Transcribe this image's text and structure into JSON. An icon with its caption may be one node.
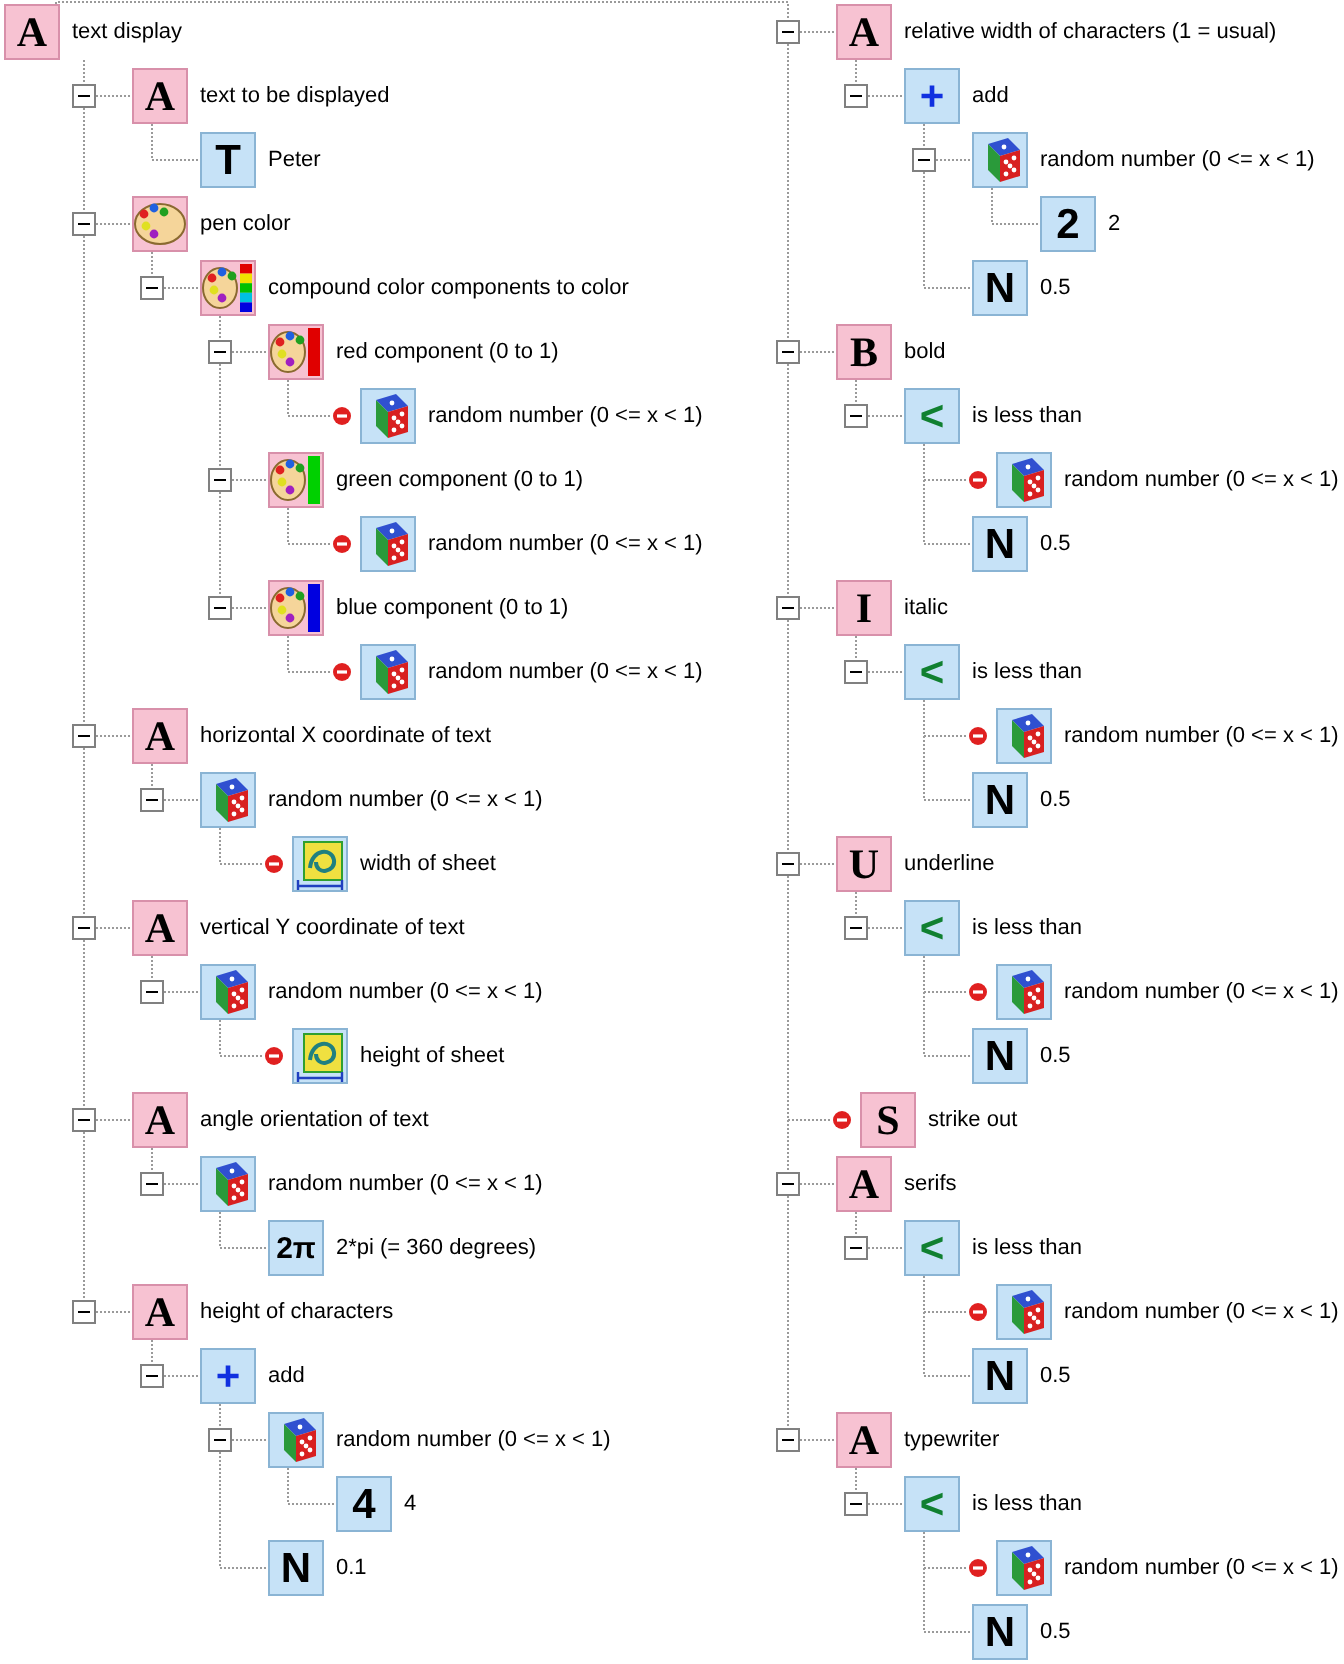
{
  "diagram": {
    "nodes": [
      {
        "text": [
          "A",
          "text display"
        ]
      },
      {
        "text": [
          "A",
          "text to be displayed"
        ]
      },
      {
        "text": [
          "T",
          "Peter"
        ]
      },
      {
        "text": [
          "pen color"
        ]
      },
      {
        "text": [
          "compound color components to color"
        ]
      },
      {
        "text": [
          "red component (0 to 1)"
        ]
      },
      {
        "text": [
          "random number (0 <= x < 1)"
        ]
      },
      {
        "text": [
          "green component (0 to 1)"
        ]
      },
      {
        "text": [
          "random number (0 <= x < 1)"
        ]
      },
      {
        "text": [
          "blue component (0 to 1)"
        ]
      },
      {
        "text": [
          "random number (0 <= x < 1)"
        ]
      },
      {
        "text": [
          "A",
          "horizontal X coordinate of text"
        ]
      },
      {
        "text": [
          "random number (0 <= x < 1)"
        ]
      },
      {
        "text": [
          "width of sheet"
        ]
      },
      {
        "text": [
          "A",
          "vertical Y coordinate of text"
        ]
      },
      {
        "text": [
          "random number (0 <= x < 1)"
        ]
      },
      {
        "text": [
          "height of sheet"
        ]
      },
      {
        "text": [
          "A",
          "angle orientation of text"
        ]
      },
      {
        "text": [
          "random number (0 <= x < 1)"
        ]
      },
      {
        "text": [
          "2π",
          "2*pi (= 360 degrees)"
        ]
      },
      {
        "text": [
          "A",
          "height of characters"
        ]
      },
      {
        "text": [
          "+",
          "add"
        ]
      },
      {
        "text": [
          "random number (0 <= x < 1)"
        ]
      },
      {
        "text": [
          "4",
          "4"
        ]
      },
      {
        "text": [
          "N",
          "0.1"
        ]
      },
      {
        "text": [
          "A",
          "relative width of characters (1 = usual)"
        ]
      },
      {
        "text": [
          "+",
          "add"
        ]
      },
      {
        "text": [
          "random number (0 <= x < 1)"
        ]
      },
      {
        "text": [
          "2",
          "2"
        ]
      },
      {
        "text": [
          "N",
          "0.5"
        ]
      },
      {
        "text": [
          "B",
          "bold"
        ]
      },
      {
        "text": [
          "<",
          "is less than"
        ]
      },
      {
        "text": [
          "random number (0 <= x < 1)"
        ]
      },
      {
        "text": [
          "N",
          "0.5"
        ]
      },
      {
        "text": [
          "I",
          "italic"
        ]
      },
      {
        "text": [
          "<",
          "is less than"
        ]
      },
      {
        "text": [
          "random number (0 <= x < 1)"
        ]
      },
      {
        "text": [
          "N",
          "0.5"
        ]
      },
      {
        "text": [
          "U",
          "underline"
        ]
      },
      {
        "text": [
          "<",
          "is less than"
        ]
      },
      {
        "text": [
          "random number (0 <= x < 1)"
        ]
      },
      {
        "text": [
          "N",
          "0.5"
        ]
      },
      {
        "text": [
          "S",
          "strike out"
        ]
      },
      {
        "text": [
          "A",
          "serifs"
        ]
      },
      {
        "text": [
          "<",
          "is less than"
        ]
      },
      {
        "text": [
          "random number (0 <= x < 1)"
        ]
      },
      {
        "text": [
          "N",
          "0.5"
        ]
      },
      {
        "text": [
          "A",
          "typewriter"
        ]
      },
      {
        "text": [
          "<",
          "is less than"
        ]
      },
      {
        "text": [
          "random number (0 <= x < 1)"
        ]
      },
      {
        "text": [
          "N",
          "0.5"
        ]
      }
    ],
    "edges": [
      {
        "from": 0,
        "to": 1,
        "arrow": "none"
      },
      {
        "from": 1,
        "to": 2,
        "arrow": "none"
      },
      {
        "from": 0,
        "to": 3,
        "arrow": "none"
      },
      {
        "from": 3,
        "to": 4,
        "arrow": "none"
      },
      {
        "from": 4,
        "to": 5,
        "arrow": "none"
      },
      {
        "from": 5,
        "to": 6,
        "arrow": "none"
      },
      {
        "from": 4,
        "to": 7,
        "arrow": "none"
      },
      {
        "from": 7,
        "to": 8,
        "arrow": "none"
      },
      {
        "from": 4,
        "to": 9,
        "arrow": "none"
      },
      {
        "from": 9,
        "to": 10,
        "arrow": "none"
      },
      {
        "from": 0,
        "to": 11,
        "arrow": "none"
      },
      {
        "from": 11,
        "to": 12,
        "arrow": "none"
      },
      {
        "from": 12,
        "to": 13,
        "arrow": "none"
      },
      {
        "from": 0,
        "to": 14,
        "arrow": "none"
      },
      {
        "from": 14,
        "to": 15,
        "arrow": "none"
      },
      {
        "from": 15,
        "to": 16,
        "arrow": "none"
      },
      {
        "from": 0,
        "to": 17,
        "arrow": "none"
      },
      {
        "from": 17,
        "to": 18,
        "arrow": "none"
      },
      {
        "from": 18,
        "to": 19,
        "arrow": "none"
      },
      {
        "from": 0,
        "to": 20,
        "arrow": "none"
      },
      {
        "from": 20,
        "to": 21,
        "arrow": "none"
      },
      {
        "from": 21,
        "to": 22,
        "arrow": "none"
      },
      {
        "from": 22,
        "to": 23,
        "arrow": "none"
      },
      {
        "from": 21,
        "to": 24,
        "arrow": "none"
      },
      {
        "from": 0,
        "to": 25,
        "arrow": "none"
      },
      {
        "from": 25,
        "to": 26,
        "arrow": "none"
      },
      {
        "from": 26,
        "to": 27,
        "arrow": "none"
      },
      {
        "from": 27,
        "to": 28,
        "arrow": "none"
      },
      {
        "from": 26,
        "to": 29,
        "arrow": "none"
      },
      {
        "from": 0,
        "to": 30,
        "arrow": "none"
      },
      {
        "from": 30,
        "to": 31,
        "arrow": "none"
      },
      {
        "from": 31,
        "to": 32,
        "arrow": "none"
      },
      {
        "from": 31,
        "to": 33,
        "arrow": "none"
      },
      {
        "from": 0,
        "to": 34,
        "arrow": "none"
      },
      {
        "from": 34,
        "to": 35,
        "arrow": "none"
      },
      {
        "from": 35,
        "to": 36,
        "arrow": "none"
      },
      {
        "from": 35,
        "to": 37,
        "arrow": "none"
      },
      {
        "from": 0,
        "to": 38,
        "arrow": "none"
      },
      {
        "from": 38,
        "to": 39,
        "arrow": "none"
      },
      {
        "from": 39,
        "to": 40,
        "arrow": "none"
      },
      {
        "from": 39,
        "to": 41,
        "arrow": "none"
      },
      {
        "from": 0,
        "to": 42,
        "arrow": "none"
      },
      {
        "from": 0,
        "to": 43,
        "arrow": "none"
      },
      {
        "from": 43,
        "to": 44,
        "arrow": "none"
      },
      {
        "from": 44,
        "to": 45,
        "arrow": "none"
      },
      {
        "from": 44,
        "to": 46,
        "arrow": "none"
      },
      {
        "from": 0,
        "to": 47,
        "arrow": "none"
      },
      {
        "from": 47,
        "to": 48,
        "arrow": "none"
      },
      {
        "from": 48,
        "to": 49,
        "arrow": "none"
      },
      {
        "from": 48,
        "to": 50,
        "arrow": "none"
      }
    ]
  }
}
